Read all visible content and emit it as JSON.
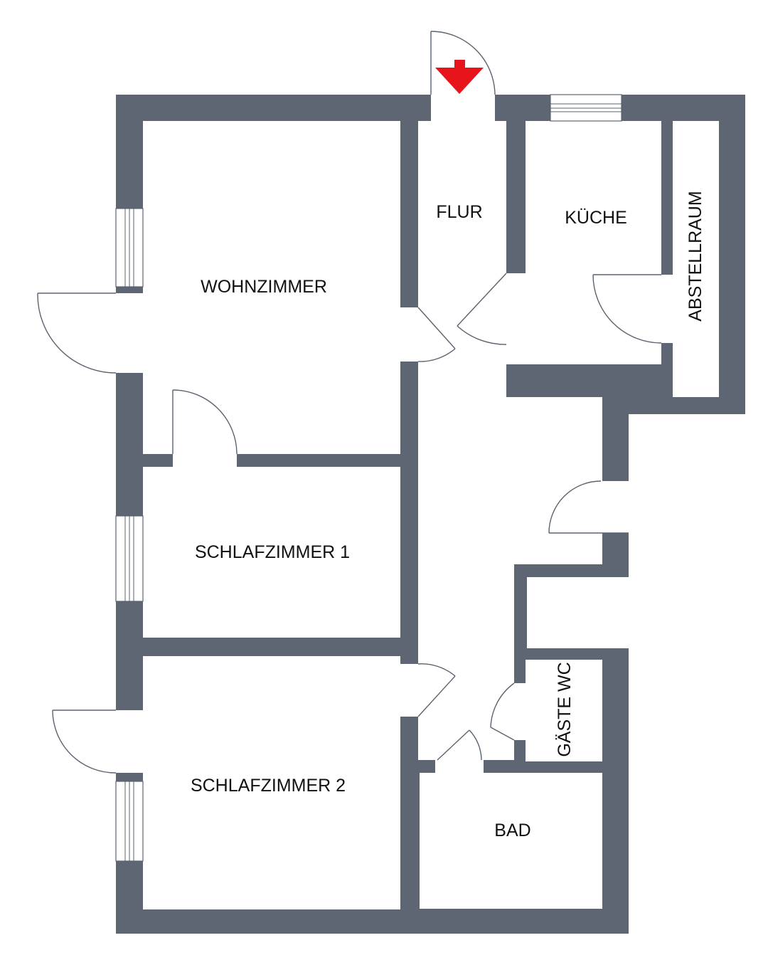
{
  "colors": {
    "wall": "#5d6672",
    "floor": "#ffffff",
    "entrance_arrow": "#e8141c"
  },
  "entrance": {
    "icon": "arrow-down-icon"
  },
  "rooms": {
    "wohnzimmer": "WOHNZIMMER",
    "flur": "FLUR",
    "kueche": "KÜCHE",
    "abstellraum": "ABSTELLRAUM",
    "schlafzimmer1": "SCHLAFZIMMER 1",
    "schlafzimmer2": "SCHLAFZIMMER 2",
    "gaeste_wc": "GÄSTE WC",
    "bad": "BAD"
  }
}
